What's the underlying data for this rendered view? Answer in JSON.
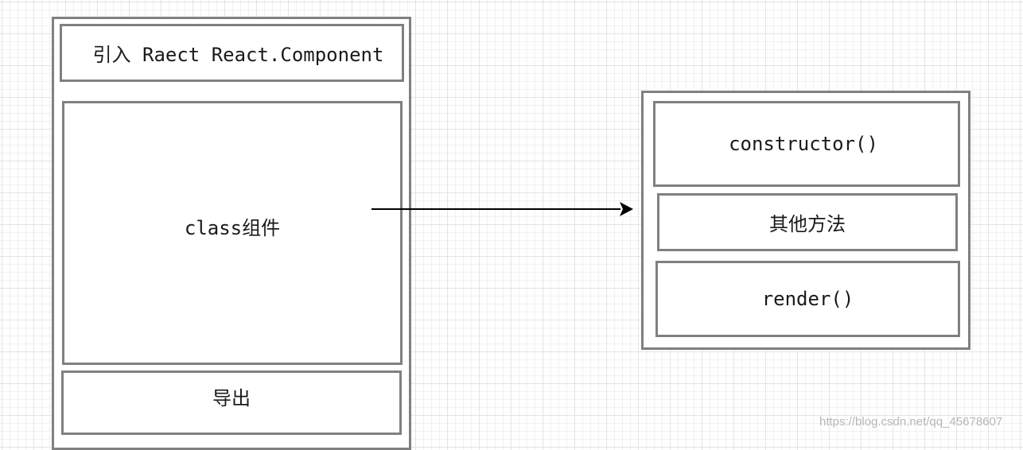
{
  "diagram": {
    "component_file": {
      "import_label": "引入 Raect React.Component",
      "class_label": "class组件",
      "export_label": "导出"
    },
    "class_members": {
      "constructor_label": "constructor()",
      "other_methods_label": "其他方法",
      "render_label": "render()"
    },
    "arrow": {
      "from": "class组件",
      "to": "class_members",
      "color": "#000000"
    },
    "colors": {
      "box_border": "#808080",
      "background": "#ffffff",
      "grid": "#e4e4e4"
    }
  },
  "watermark": "https://blog.csdn.net/qq_45678607"
}
